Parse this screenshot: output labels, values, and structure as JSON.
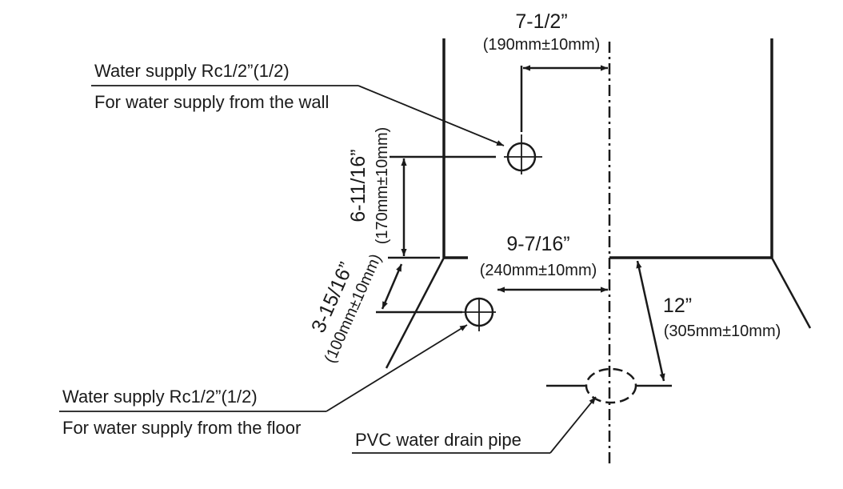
{
  "dimensions": {
    "top_offset": {
      "imperial": "7-1/2”",
      "metric": "(190mm±10mm)"
    },
    "vertical_spacing": {
      "imperial": "6-11/16”",
      "metric": "(170mm±10mm)"
    },
    "floor_offset": {
      "imperial": "9-7/16”",
      "metric": "(240mm±10mm)"
    },
    "diagonal_spacing": {
      "imperial": "3-15/16”",
      "metric": "(100mm±10mm)"
    },
    "drain_distance": {
      "imperial": "12”",
      "metric": "(305mm±10mm)"
    }
  },
  "callouts": {
    "wall_supply": {
      "line1": "Water supply Rc1/2”(1/2)",
      "line2": "For water supply from the wall"
    },
    "floor_supply": {
      "line1": "Water supply Rc1/2”(1/2)",
      "line2": "For water supply from the floor"
    },
    "drain": {
      "line1": "PVC water drain pipe"
    }
  }
}
